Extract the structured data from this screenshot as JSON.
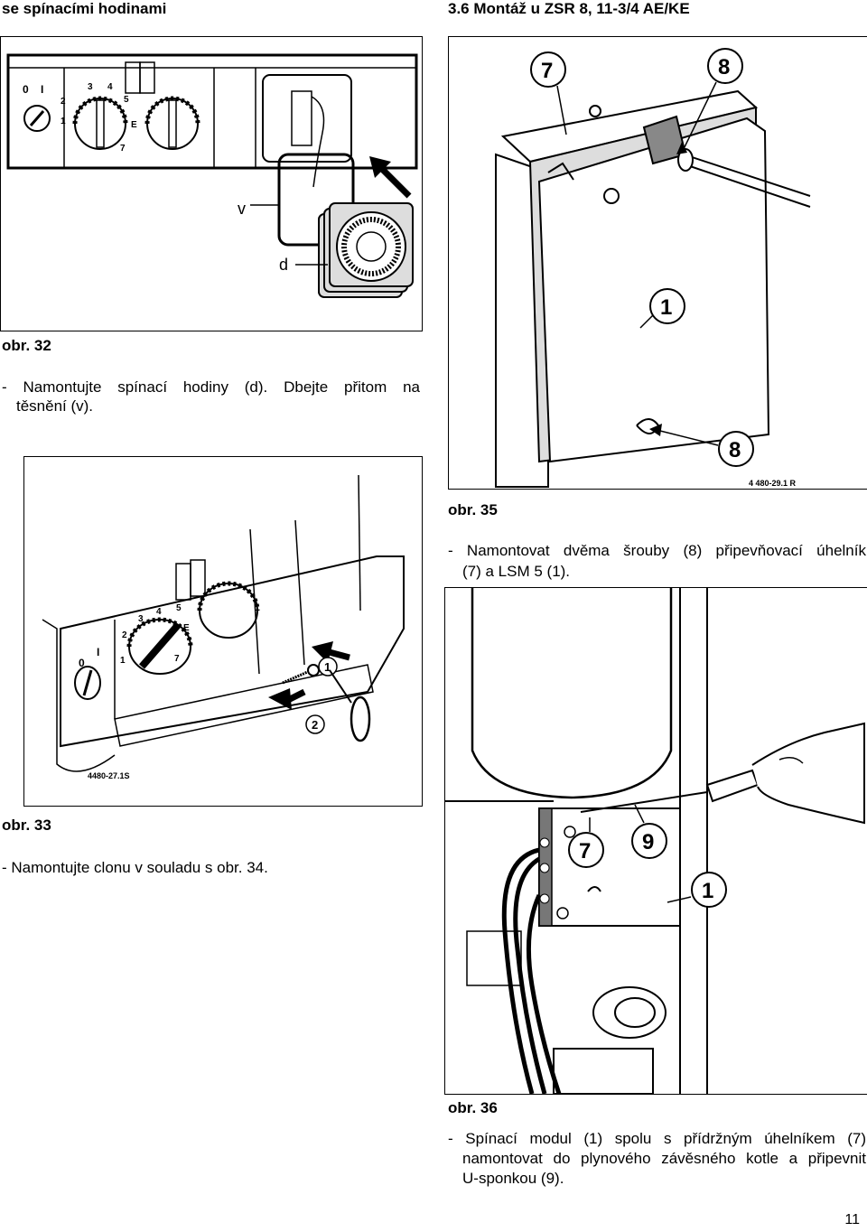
{
  "header": {
    "left": "se spínacími hodinami",
    "right": "3.6 Montáž u ZSR 8, 11-3/4 AE/KE"
  },
  "fig32": {
    "caption": "obr. 32",
    "labels": {
      "v": "v",
      "d": "d",
      "n0": "0",
      "n1": "I",
      "k3": "3",
      "k4": "4",
      "k5": "5",
      "k2": "2",
      "k1": "1",
      "k7": "7",
      "kE": "E"
    },
    "text_line1": "- Namontujte spínací hodiny (d). Dbejte přitom na",
    "text_line2": "těsnění (v)."
  },
  "fig33": {
    "caption": "obr. 33",
    "code": "4480-27.1S",
    "labels": {
      "c1": "1",
      "c2": "2",
      "k3": "3",
      "k4": "4",
      "k5": "5",
      "k2": "2",
      "k1": "1",
      "k7": "7",
      "kE": "E",
      "n0": "0",
      "n1": "I"
    },
    "text": "- Namontujte clonu v souladu s obr. 34."
  },
  "fig35": {
    "caption": "obr. 35",
    "code": "4 480-29.1 R",
    "labels": {
      "c7": "7",
      "c8a": "8",
      "c1": "1",
      "c8b": "8"
    },
    "text_line1": "- Namontovat dvěma šrouby (8) připevňovací úhelník",
    "text_line2": "(7) a LSM 5 (1)."
  },
  "fig36": {
    "caption": "obr. 36",
    "labels": {
      "c7": "7",
      "c9": "9",
      "c1": "1"
    },
    "text_line1": "- Spínací modul (1) spolu s přídržným úhelníkem (7)",
    "text_line2": "namontovat do plynového závěsného kotle a připevnit",
    "text_line3": "U-sponkou (9)."
  },
  "page_number": "11"
}
